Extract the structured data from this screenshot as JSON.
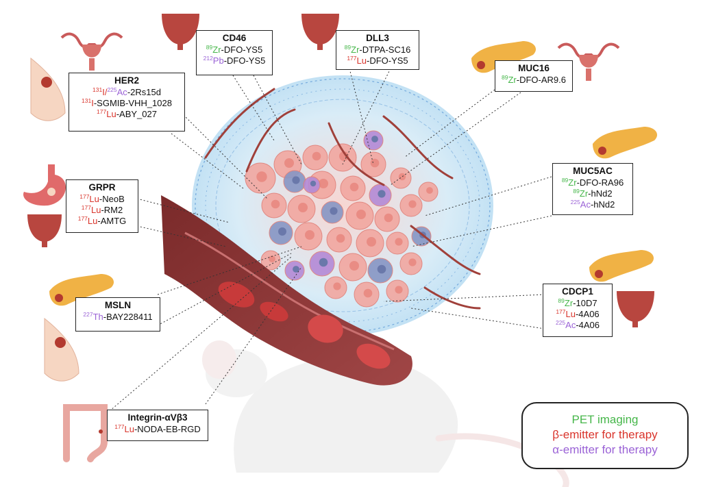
{
  "colors": {
    "pet": "#45b649",
    "beta": "#d9342b",
    "alpha": "#9a62d6",
    "vessel": "#9a3b3b",
    "cell": "#f2a7a0",
    "mesh": "#5e9ad6"
  },
  "targets": {
    "her2": {
      "title": "HER2",
      "l1": {
        "i1": "131",
        "s1": "I/",
        "i2": "225",
        "s2": "Ac",
        "s3": "-2Rs15d"
      },
      "l2": {
        "iso": "131",
        "el": "I",
        "rest": "-SGMIB-VHH_1028"
      },
      "l3": {
        "iso": "177",
        "el": "Lu",
        "rest": "-ABY_027"
      }
    },
    "cd46": {
      "title": "CD46",
      "l1": {
        "iso": "89",
        "el": "Zr",
        "rest": "-DFO-YS5"
      },
      "l2": {
        "iso": "212",
        "el": "Pb",
        "rest": "-DFO-YS5"
      }
    },
    "dll3": {
      "title": "DLL3",
      "l1": {
        "iso": "89",
        "el": "Zr",
        "rest": "-DTPA-SC16"
      },
      "l2": {
        "iso": "177",
        "el": "Lu",
        "rest": "-DFO-YS5"
      }
    },
    "muc16": {
      "title": "MUC16",
      "l1": {
        "iso": "89",
        "el": "Zr",
        "rest": "-DFO-AR9.6"
      }
    },
    "muc5ac": {
      "title": "MUC5AC",
      "l1": {
        "iso": "89",
        "el": "Zr",
        "rest": "-DFO-RA96"
      },
      "l2": {
        "iso": "89",
        "el": "Zr",
        "rest": "-hNd2"
      },
      "l3": {
        "iso": "225",
        "el": "Ac",
        "rest": "-hNd2"
      }
    },
    "grpr": {
      "title": "GRPR",
      "l1": {
        "iso": "177",
        "el": "Lu",
        "rest": "-NeoB"
      },
      "l2": {
        "iso": "177",
        "el": "Lu",
        "rest": "-RM2"
      },
      "l3": {
        "iso": "177",
        "el": "Lu",
        "rest": "-AMTG"
      }
    },
    "msln": {
      "title": "MSLN",
      "l1": {
        "iso": "227",
        "el": "Th",
        "rest": "-BAY228411"
      }
    },
    "cdcp1": {
      "title": "CDCP1",
      "l1": {
        "iso": "89",
        "el": "Zr",
        "rest": "-10D7"
      },
      "l2": {
        "iso": "177",
        "el": "Lu",
        "rest": "-4A06"
      },
      "l3": {
        "iso": "225",
        "el": "Ac",
        "rest": "-4A06"
      }
    },
    "integrin": {
      "title": "Integrin-αVβ3",
      "l1": {
        "iso": "177",
        "el": "Lu",
        "rest": "-NODA-EB-RGD"
      }
    }
  },
  "legend": {
    "pet": "PET imaging",
    "beta": "β-emitter for therapy",
    "alpha": "α-emitter for therapy"
  }
}
